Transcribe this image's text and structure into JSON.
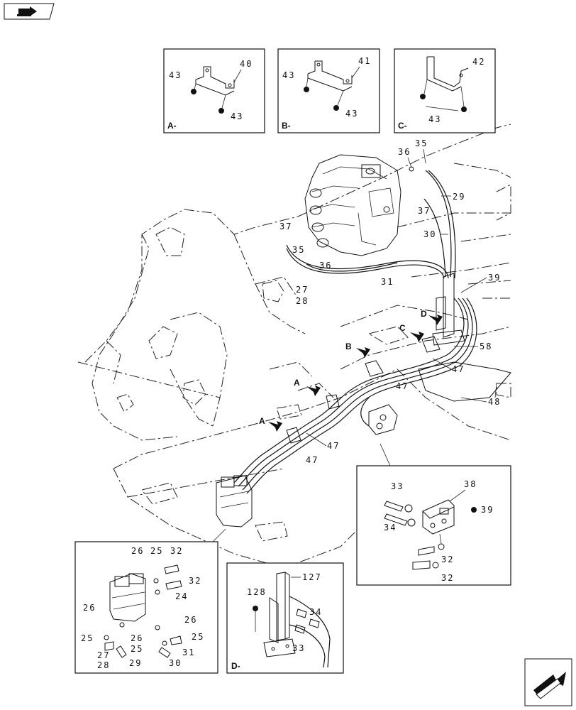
{
  "icons": {
    "nav_icon": "book-arrow-icon",
    "next_icon": "next-page-arrow-icon"
  },
  "detail_views": {
    "a": "A-",
    "b": "B-",
    "c": "C-",
    "d": "D-"
  },
  "callouts": {
    "n43": "43",
    "n40": "40",
    "n41": "41",
    "n42": "42",
    "n36": "36",
    "n35": "35",
    "n37": "37",
    "n29": "29",
    "n30": "30",
    "n31": "31",
    "n27": "27",
    "n28": "28",
    "n39": "39",
    "n58": "58",
    "n47": "47",
    "n48": "48",
    "n33": "33",
    "n38": "38",
    "n34": "34",
    "n32": "32",
    "n26": "26",
    "n25": "25",
    "n24": "24",
    "n127": "127",
    "n128": "128"
  },
  "arrows": {
    "a": "A",
    "b": "B",
    "c": "C",
    "d": "D"
  }
}
